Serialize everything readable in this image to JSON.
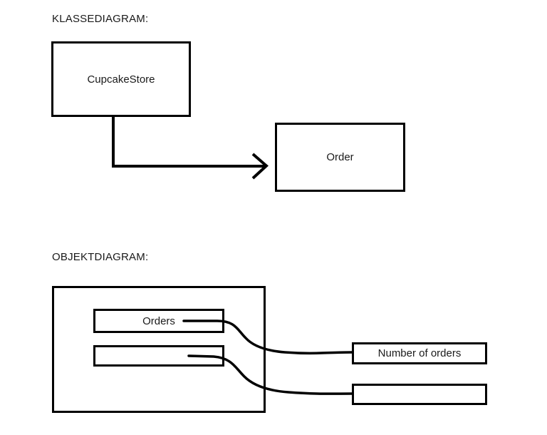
{
  "page": {
    "background_color": "#ffffff",
    "stroke_color": "#000000",
    "text_color": "#1a1a1a"
  },
  "sections": {
    "class_diagram": {
      "title": "KLASSEDIAGRAM:",
      "nodes": [
        {
          "id": "cupcakestore",
          "label": "CupcakeStore"
        },
        {
          "id": "order",
          "label": "Order"
        }
      ],
      "edges": [
        {
          "id": "cupcakestore-to-order",
          "from": "cupcakestore",
          "to": "order",
          "style": "elbow",
          "arrowhead": "open"
        }
      ]
    },
    "object_diagram": {
      "title": "OBJEKTDIAGRAM:",
      "container": {
        "id": "object-container",
        "label": ""
      },
      "nodes": [
        {
          "id": "orders",
          "label": "Orders"
        },
        {
          "id": "orders-value",
          "label": ""
        },
        {
          "id": "number-of-orders",
          "label": "Number of orders"
        },
        {
          "id": "number-of-orders-value",
          "label": ""
        }
      ],
      "edges": [
        {
          "id": "orders-to-number-of-orders",
          "from": "orders",
          "to": "number-of-orders",
          "style": "curve"
        },
        {
          "id": "orders-value-to-number-of-orders-value",
          "from": "orders-value",
          "to": "number-of-orders-value",
          "style": "curve"
        }
      ]
    }
  }
}
